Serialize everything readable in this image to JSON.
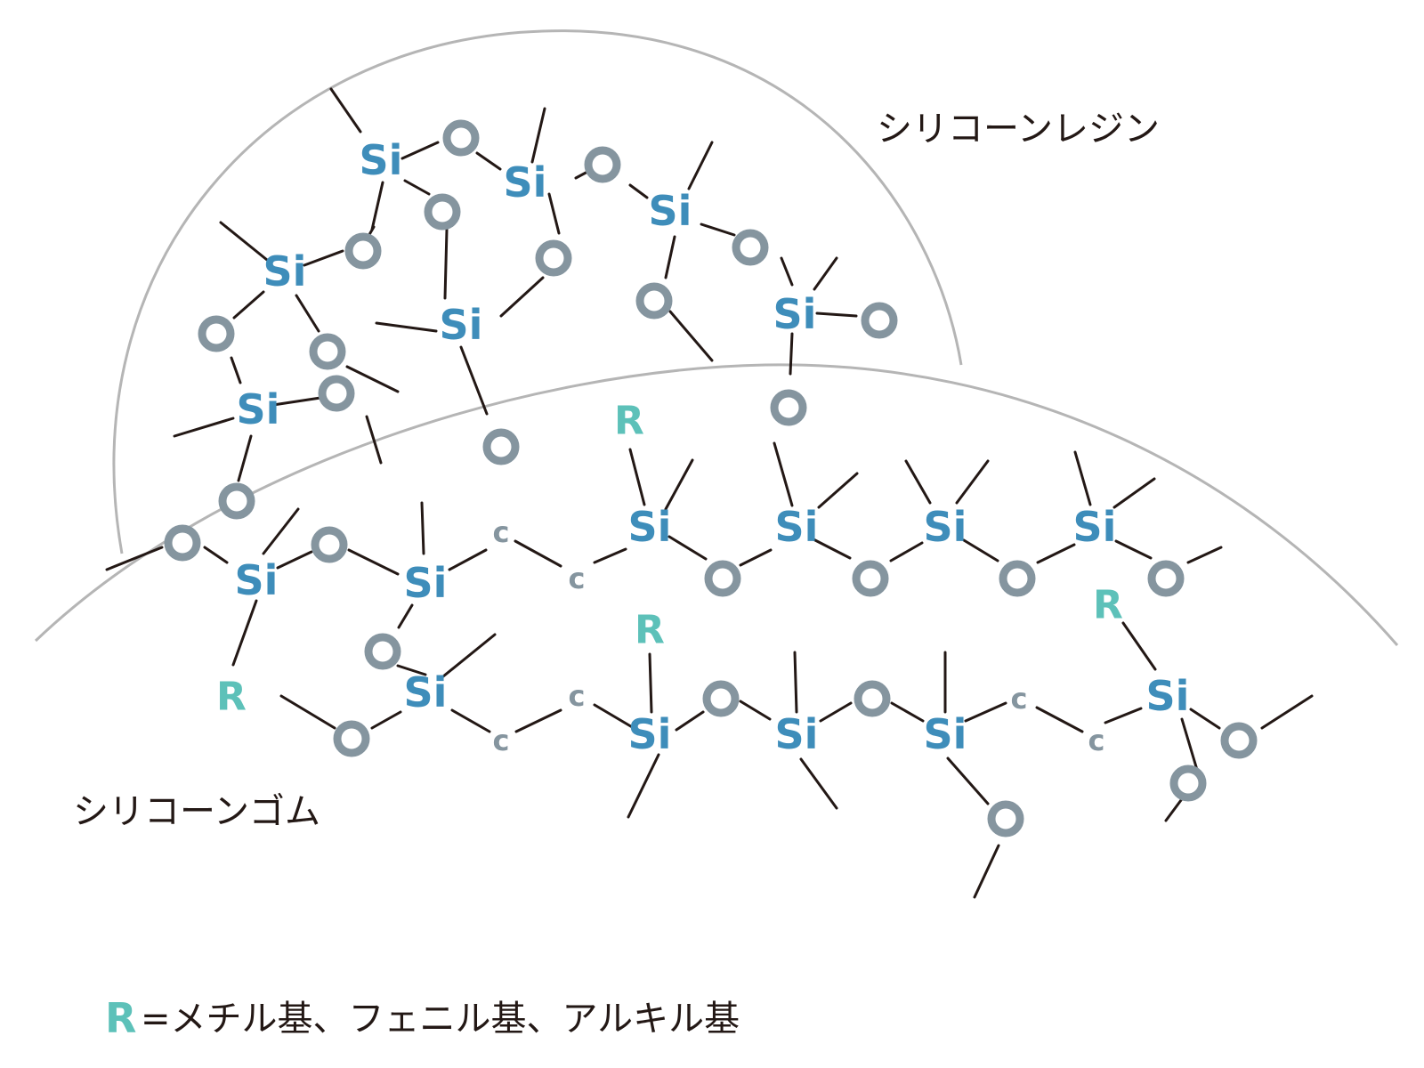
{
  "labels": {
    "resin": "シリコーンレジン",
    "rubber": "シリコーンゴム"
  },
  "legend": {
    "symbol": "R",
    "text": "=メチル基、フェニル基、アルキル基"
  },
  "atoms": {
    "silicon": "Si",
    "oxygen": "O",
    "carbon": "c",
    "group": "R"
  },
  "colors": {
    "silicon": "#3e8dba",
    "oxygen": "#85959f",
    "group": "#5dc1b9",
    "bond": "#231815",
    "boundary": "#b5b5b5"
  }
}
